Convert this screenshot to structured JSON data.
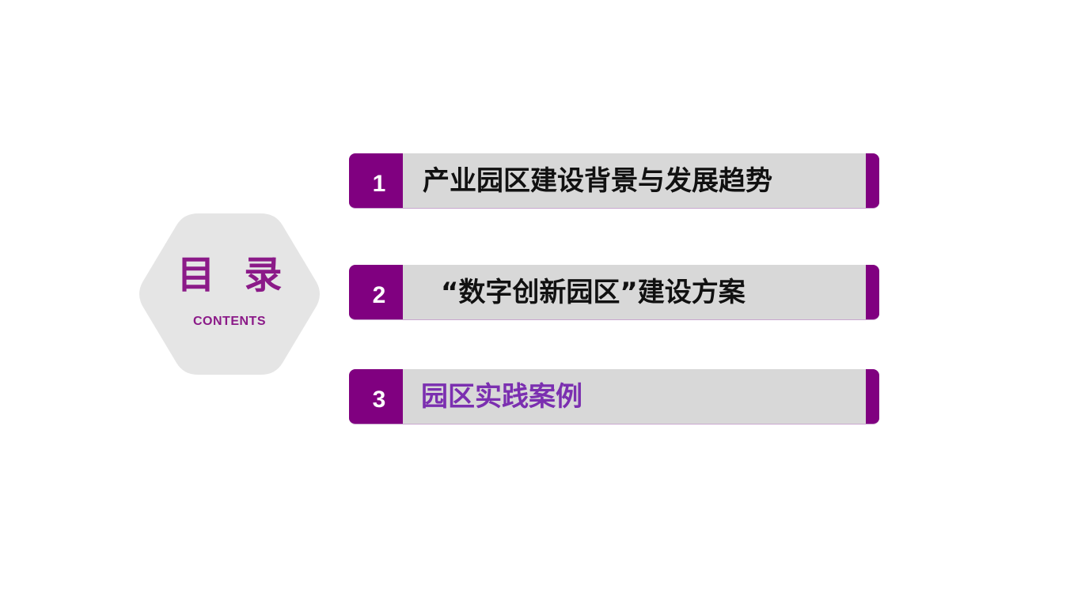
{
  "toc": {
    "title": "目 录",
    "subtitle": "CONTENTS"
  },
  "items": [
    {
      "number": "1",
      "label": "产业园区建设背景与发展趋势"
    },
    {
      "number": "2",
      "label": "“数字创新园区”建设方案"
    },
    {
      "number": "3",
      "label": "园区实践案例"
    }
  ],
  "colors": {
    "accent": "#800080",
    "hexagon": "#e5e5e5",
    "bar": "#d8d8d8",
    "active_text": "#7b2fb0"
  }
}
